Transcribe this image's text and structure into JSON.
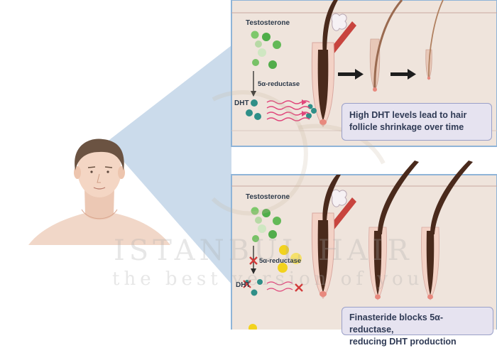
{
  "top_panel": {
    "testosterone": "Testosterone",
    "enzyme": "5α-reductase",
    "dht": "DHT",
    "callout": "High DHT levels lead to hair follicle shrinkage over time"
  },
  "bottom_panel": {
    "testosterone": "Testosterone",
    "enzyme": "5α-reductase",
    "dht": "DHT",
    "callout_line1": "Finasteride blocks 5α-reductase,",
    "callout_line2": "reducing DHT production"
  },
  "watermark": {
    "line1": "ISTANBUL HAIR",
    "line2": "the best version of you"
  },
  "colors": {
    "skin": "#efe4dc",
    "panel_border": "#8fb4d8",
    "cone": "#b9cfe4",
    "hair_dark": "#4a2a1c",
    "hair_thin": "#9a6a50",
    "testosterone": "#6cbf5a",
    "dht": "#2f8f88",
    "wave": "#e0457a",
    "finasteride": "#f2d21e",
    "block_x": "#d23b3b"
  }
}
